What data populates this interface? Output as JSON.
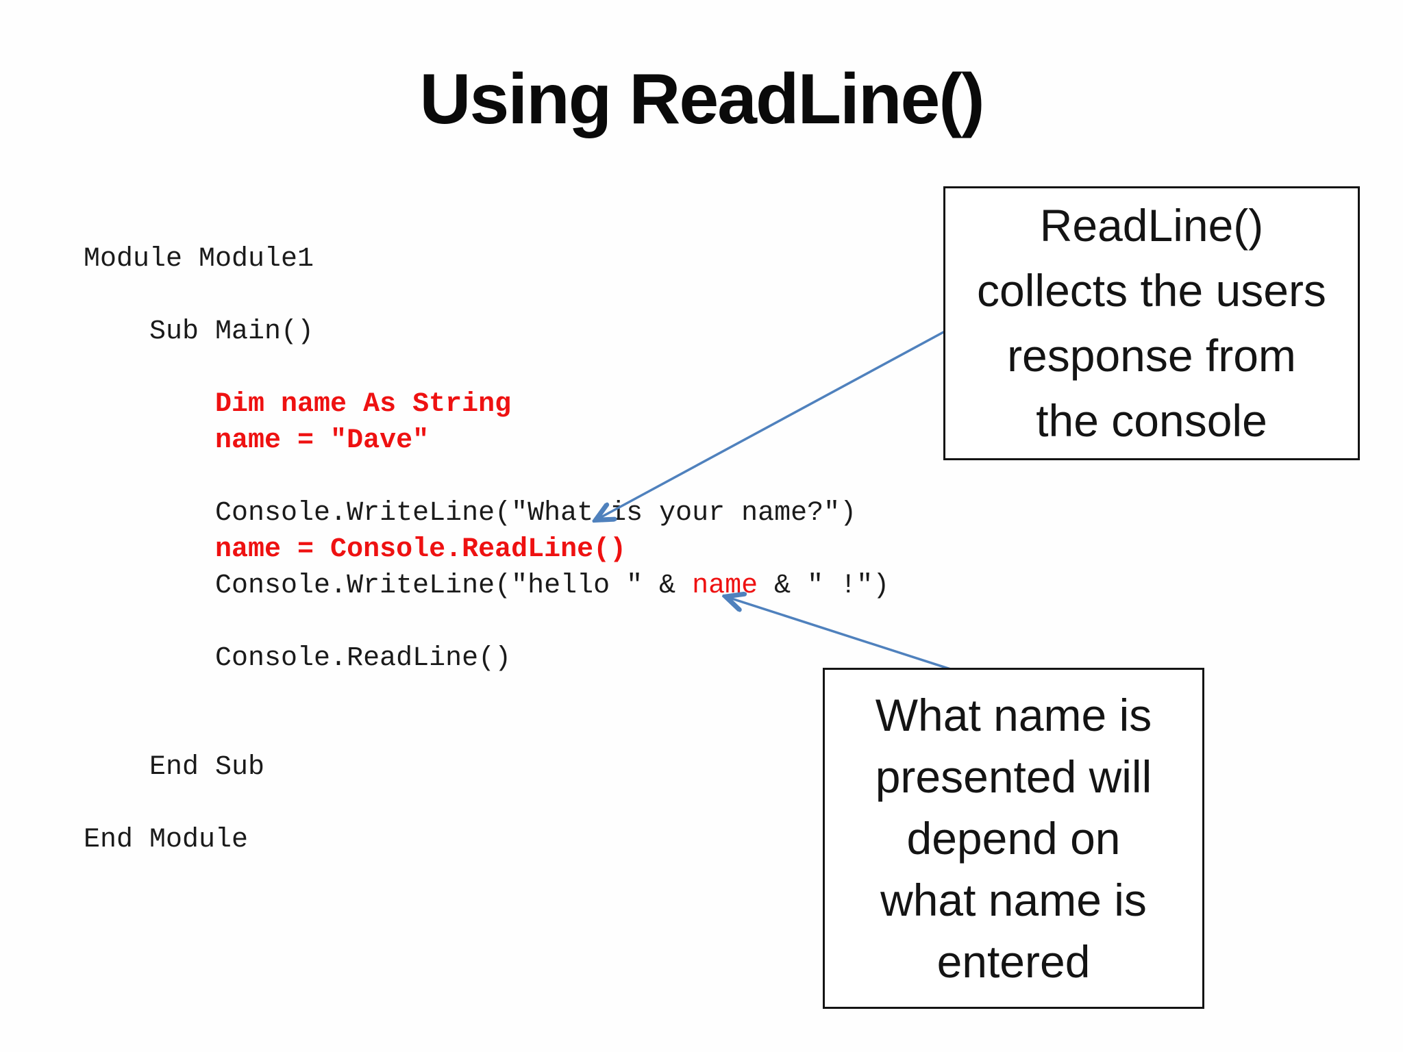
{
  "slide": {
    "title": "Using ReadLine()"
  },
  "code": {
    "language": "vb",
    "lines": [
      {
        "segments": [
          {
            "t": "Module Module1",
            "c": "k",
            "b": false
          }
        ]
      },
      {
        "segments": []
      },
      {
        "segments": [
          {
            "t": "    Sub Main()",
            "c": "k",
            "b": false
          }
        ]
      },
      {
        "segments": []
      },
      {
        "segments": [
          {
            "t": "        Dim name As String",
            "c": "r",
            "b": true
          }
        ]
      },
      {
        "segments": [
          {
            "t": "        name = \"Dave\"",
            "c": "r",
            "b": true
          }
        ]
      },
      {
        "segments": []
      },
      {
        "segments": [
          {
            "t": "        Console.WriteLine(\"What is your name?\")",
            "c": "k",
            "b": false
          }
        ]
      },
      {
        "segments": [
          {
            "t": "        name = Console.ReadLine()",
            "c": "r",
            "b": true
          }
        ]
      },
      {
        "segments": [
          {
            "t": "        Console.WriteLine(\"hello \" & ",
            "c": "k",
            "b": false
          },
          {
            "t": "name",
            "c": "r",
            "b": false
          },
          {
            "t": " & \" !\")",
            "c": "k",
            "b": false
          }
        ]
      },
      {
        "segments": []
      },
      {
        "segments": [
          {
            "t": "        Console.ReadLine()",
            "c": "k",
            "b": false
          }
        ]
      },
      {
        "segments": []
      },
      {
        "segments": []
      },
      {
        "segments": [
          {
            "t": "    End Sub",
            "c": "k",
            "b": false
          }
        ]
      },
      {
        "segments": []
      },
      {
        "segments": [
          {
            "t": "End Module",
            "c": "k",
            "b": false
          }
        ]
      }
    ]
  },
  "callouts": {
    "readline": {
      "lines": [
        "ReadLine()",
        "collects the users",
        "response from",
        "the console"
      ]
    },
    "name": {
      "lines": [
        "What name is",
        "presented will",
        "depend on",
        "what name is",
        "entered"
      ]
    }
  },
  "colors": {
    "code_red": "#ee1111",
    "arrow_blue": "#4f81bd",
    "text_black": "#141414"
  }
}
